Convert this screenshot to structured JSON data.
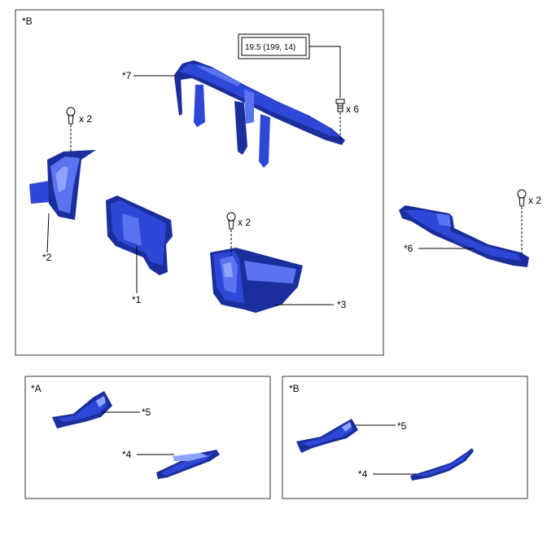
{
  "panels": {
    "main": {
      "tag": "*B"
    },
    "bottom_left": {
      "tag": "*A"
    },
    "bottom_right": {
      "tag": "*B"
    }
  },
  "torque_spec": "19.5 (199, 14)",
  "quantities": {
    "bolt_frame": "x 6",
    "clip_left": "x 2",
    "clip_center": "x 2",
    "clip_right": "x 2"
  },
  "callouts": {
    "p1": "*1",
    "p2": "*2",
    "p3": "*3",
    "p4a": "*4",
    "p4b": "*4",
    "p5a": "*5",
    "p5b": "*5",
    "p6": "*6",
    "p7": "*7"
  },
  "colors": {
    "part_dark": "#1b2f9c",
    "part_mid": "#2f47d6",
    "part_light": "#5a73f0"
  }
}
